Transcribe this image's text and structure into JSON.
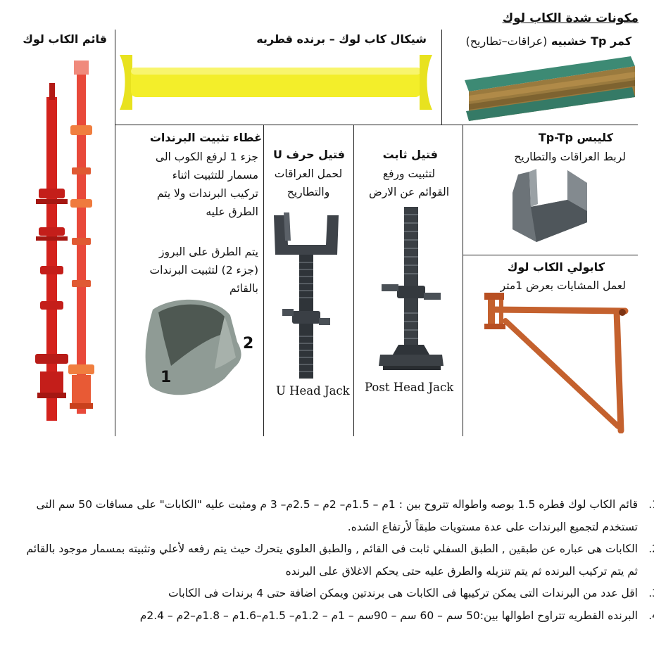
{
  "page_title": "مكونات شدة الكاب لوك",
  "sections": {
    "standard": {
      "title": "قائم الكاب لوك"
    },
    "ledger": {
      "title": "شيكال كاب لوك – برنده قطريه"
    },
    "beam": {
      "title": "كمر Tp خشبيه",
      "subtitle": "(عراقات–تطاريح)"
    },
    "clip": {
      "title": "كليبس Tp-Tp",
      "lines": [
        "لربط العراقات والتطاريح"
      ]
    },
    "bracket": {
      "title": "كابولي الكاب لوك",
      "lines": [
        "لعمل المشايات بعرض 1متر"
      ]
    },
    "base_jack": {
      "title": "فتيل ثابت",
      "lines": [
        "لتثبيت ورفع",
        "القوائم عن الارض"
      ],
      "caption": "Post Head Jack"
    },
    "u_jack": {
      "title": "فتيل حرف U",
      "lines": [
        "لحمل العراقات",
        "والتطاريح"
      ],
      "caption": "U Head Jack"
    },
    "cup": {
      "title": "غطاء تثبيت البرندات",
      "para1": [
        "جزء 1 لرفع الكوب الى",
        "مسمار للتثبيت اثناء",
        "تركيب البرندات ولا يتم",
        "الطرق عليه"
      ],
      "para2": [
        "يتم الطرق على البروز",
        "(جزء 2) لتثبيت البرندات",
        "بالقائم"
      ],
      "label_1": "1",
      "label_2": "2"
    }
  },
  "notes": [
    {
      "num": ".1",
      "text": "قائم الكاب لوك  قطره 1.5 بوصه واطواله تتروح بين : 1م – 1.5م– 2م – 2.5م– 3 م  ومثبت عليه \"الكابات\" على مسافات 50 سم التى تستخدم لتجميع البرندات على عدة مستويات طبقاً لأرتفاع الشده."
    },
    {
      "num": ".2",
      "text": "الكابات هى عباره عن طبقين , الطبق السفلي ثابت فى القائم , والطبق العلوي يتحرك حيث يتم رفعه لأعلي وتثبيته بمسمار موجود بالقائم ثم يتم تركيب البرنده ثم يتم تنزيله والطرق عليه حتى يحكم الاغلاق على البرنده"
    },
    {
      "num": ".3",
      "text": "اقل عدد من البرندات التى يمكن تركيبها فى الكابات هى برندتين ويمكن اضافة حتى 4 برندات فى الكابات"
    },
    {
      "num": ".4",
      "text": "البرنده القطريه تتراوح اطوالها بين:50 سم – 60 سم – 90سم – 1م – 1.2م– 1.5م–1.6م – 1.8م–2م – 2.4م"
    }
  ],
  "colors": {
    "red": "#d3221d",
    "yellow": "#f3ee2a",
    "steel": "#4a4f55",
    "wood": "#9a7a3e",
    "bracket": "#c4612e"
  }
}
